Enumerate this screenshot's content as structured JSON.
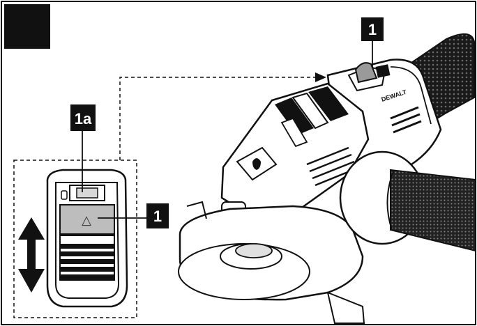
{
  "figure": {
    "corner_marker_color": "#111111",
    "line_color": "#111111",
    "switch_fill": "#bdbdbd"
  },
  "callouts": {
    "tool_switch": "1",
    "detail_lock": "1a",
    "detail_switch": "1"
  },
  "detail": {
    "direction_icon": "up-down-arrow-icon",
    "arrow_to_tool_icon": "arrow-right-icon",
    "switch_symbol": "△"
  },
  "tool": {
    "brand_label": "DEWALT"
  }
}
